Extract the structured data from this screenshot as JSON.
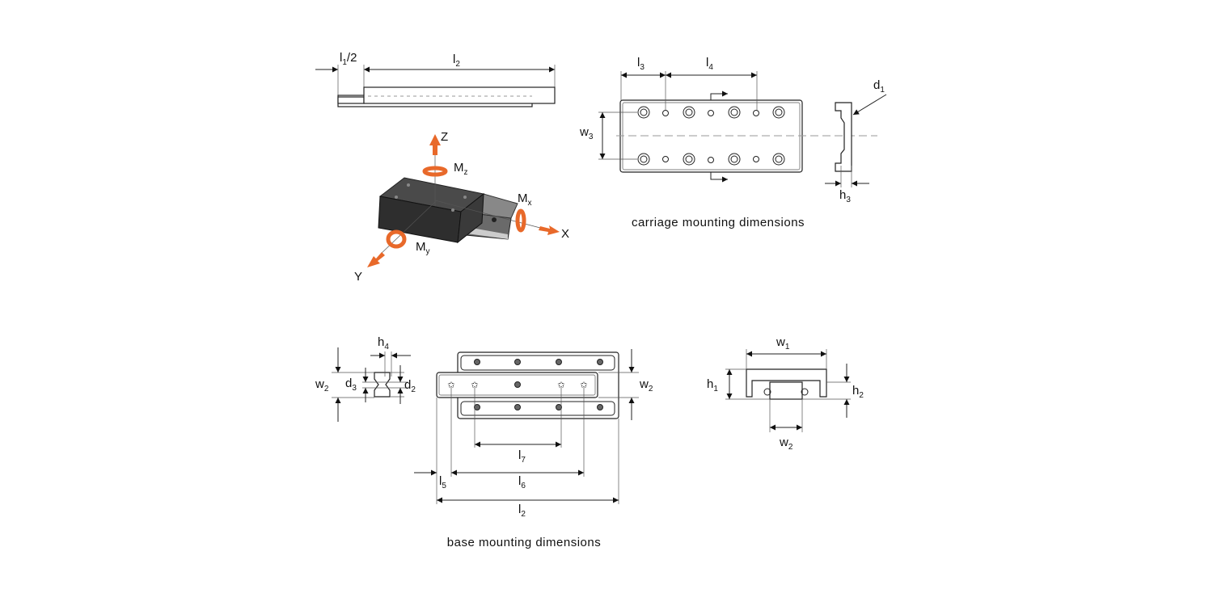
{
  "labels": {
    "l1_half": {
      "main": "l",
      "sub": "1",
      "suffix": "/2"
    },
    "l2_top": {
      "main": "l",
      "sub": "2"
    },
    "z_axis": "Z",
    "x_axis": "X",
    "y_axis": "Y",
    "mz": {
      "main": "M",
      "sub": "z"
    },
    "mx": {
      "main": "M",
      "sub": "x"
    },
    "my": {
      "main": "M",
      "sub": "y"
    },
    "l3": {
      "main": "l",
      "sub": "3"
    },
    "l4": {
      "main": "l",
      "sub": "4"
    },
    "w3": {
      "main": "w",
      "sub": "3"
    },
    "d1": {
      "main": "d",
      "sub": "1"
    },
    "h3": {
      "main": "h",
      "sub": "3"
    },
    "h4": {
      "main": "h",
      "sub": "4"
    },
    "w2_left": {
      "main": "w",
      "sub": "2"
    },
    "d3": {
      "main": "d",
      "sub": "3"
    },
    "d2": {
      "main": "d",
      "sub": "2"
    },
    "w2_base": {
      "main": "w",
      "sub": "2"
    },
    "l7": {
      "main": "l",
      "sub": "7"
    },
    "l5": {
      "main": "l",
      "sub": "5"
    },
    "l6": {
      "main": "l",
      "sub": "6"
    },
    "l2_base": {
      "main": "l",
      "sub": "2"
    },
    "w1": {
      "main": "w",
      "sub": "1"
    },
    "h1": {
      "main": "h",
      "sub": "1"
    },
    "h2": {
      "main": "h",
      "sub": "2"
    },
    "w2_section": {
      "main": "w",
      "sub": "2"
    }
  },
  "captions": {
    "carriage": "carriage mounting dimensions",
    "base": "base mounting dimensions"
  },
  "colors": {
    "moment_arrows": "#e8692a",
    "carriage_photo": "#3a3a3a"
  }
}
